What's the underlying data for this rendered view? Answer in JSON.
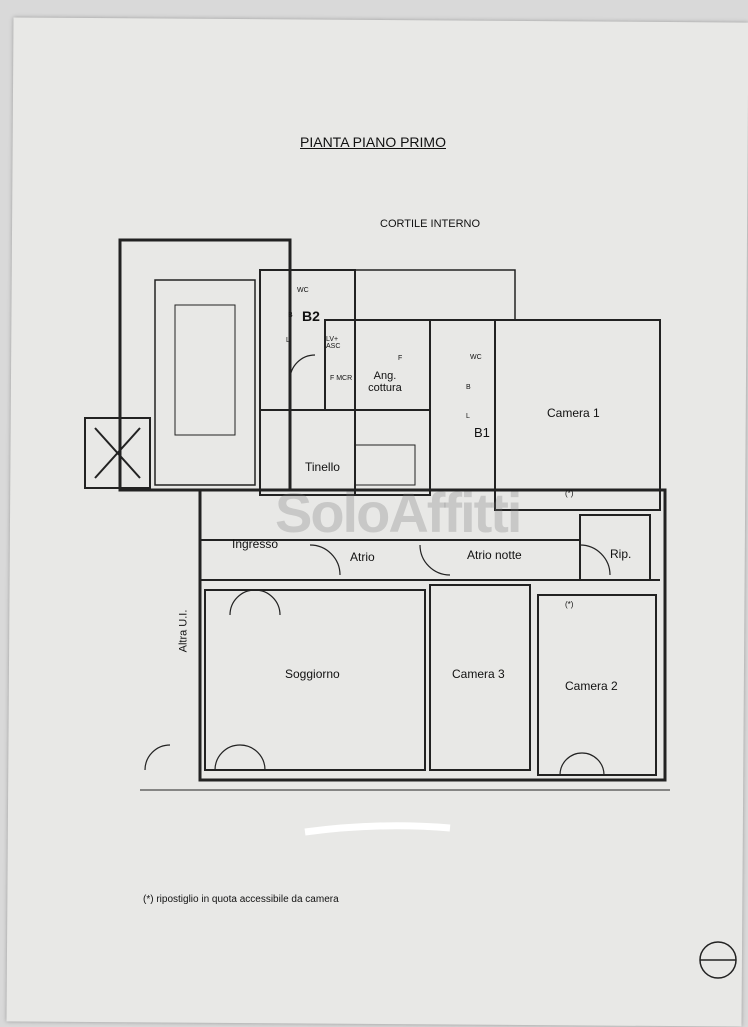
{
  "title": "PIANTA PIANO PRIMO",
  "courtyard": "CORTILE INTERNO",
  "rooms": {
    "b2": "B2",
    "b1": "B1",
    "kitchen": "Ang. cottura",
    "tinello": "Tinello",
    "camera1": "Camera 1",
    "ingresso": "Ingresso",
    "atrio": "Atrio",
    "atrio_notte": "Atrio notte",
    "rip": "Rip.",
    "soggiorno": "Soggiorno",
    "camera3": "Camera 3",
    "camera2": "Camera 2",
    "altra_ui": "Altra U.I."
  },
  "fixtures": {
    "wc": "WC",
    "bidet": "B",
    "sink": "L",
    "lv_asc": "LV+ ASC",
    "fridge": "F",
    "fmcr": "F MCR",
    "asterisk": "(*)"
  },
  "footnote": "(*) ripostiglio in quota accessibile da camera",
  "watermark": "SoloAffitti"
}
